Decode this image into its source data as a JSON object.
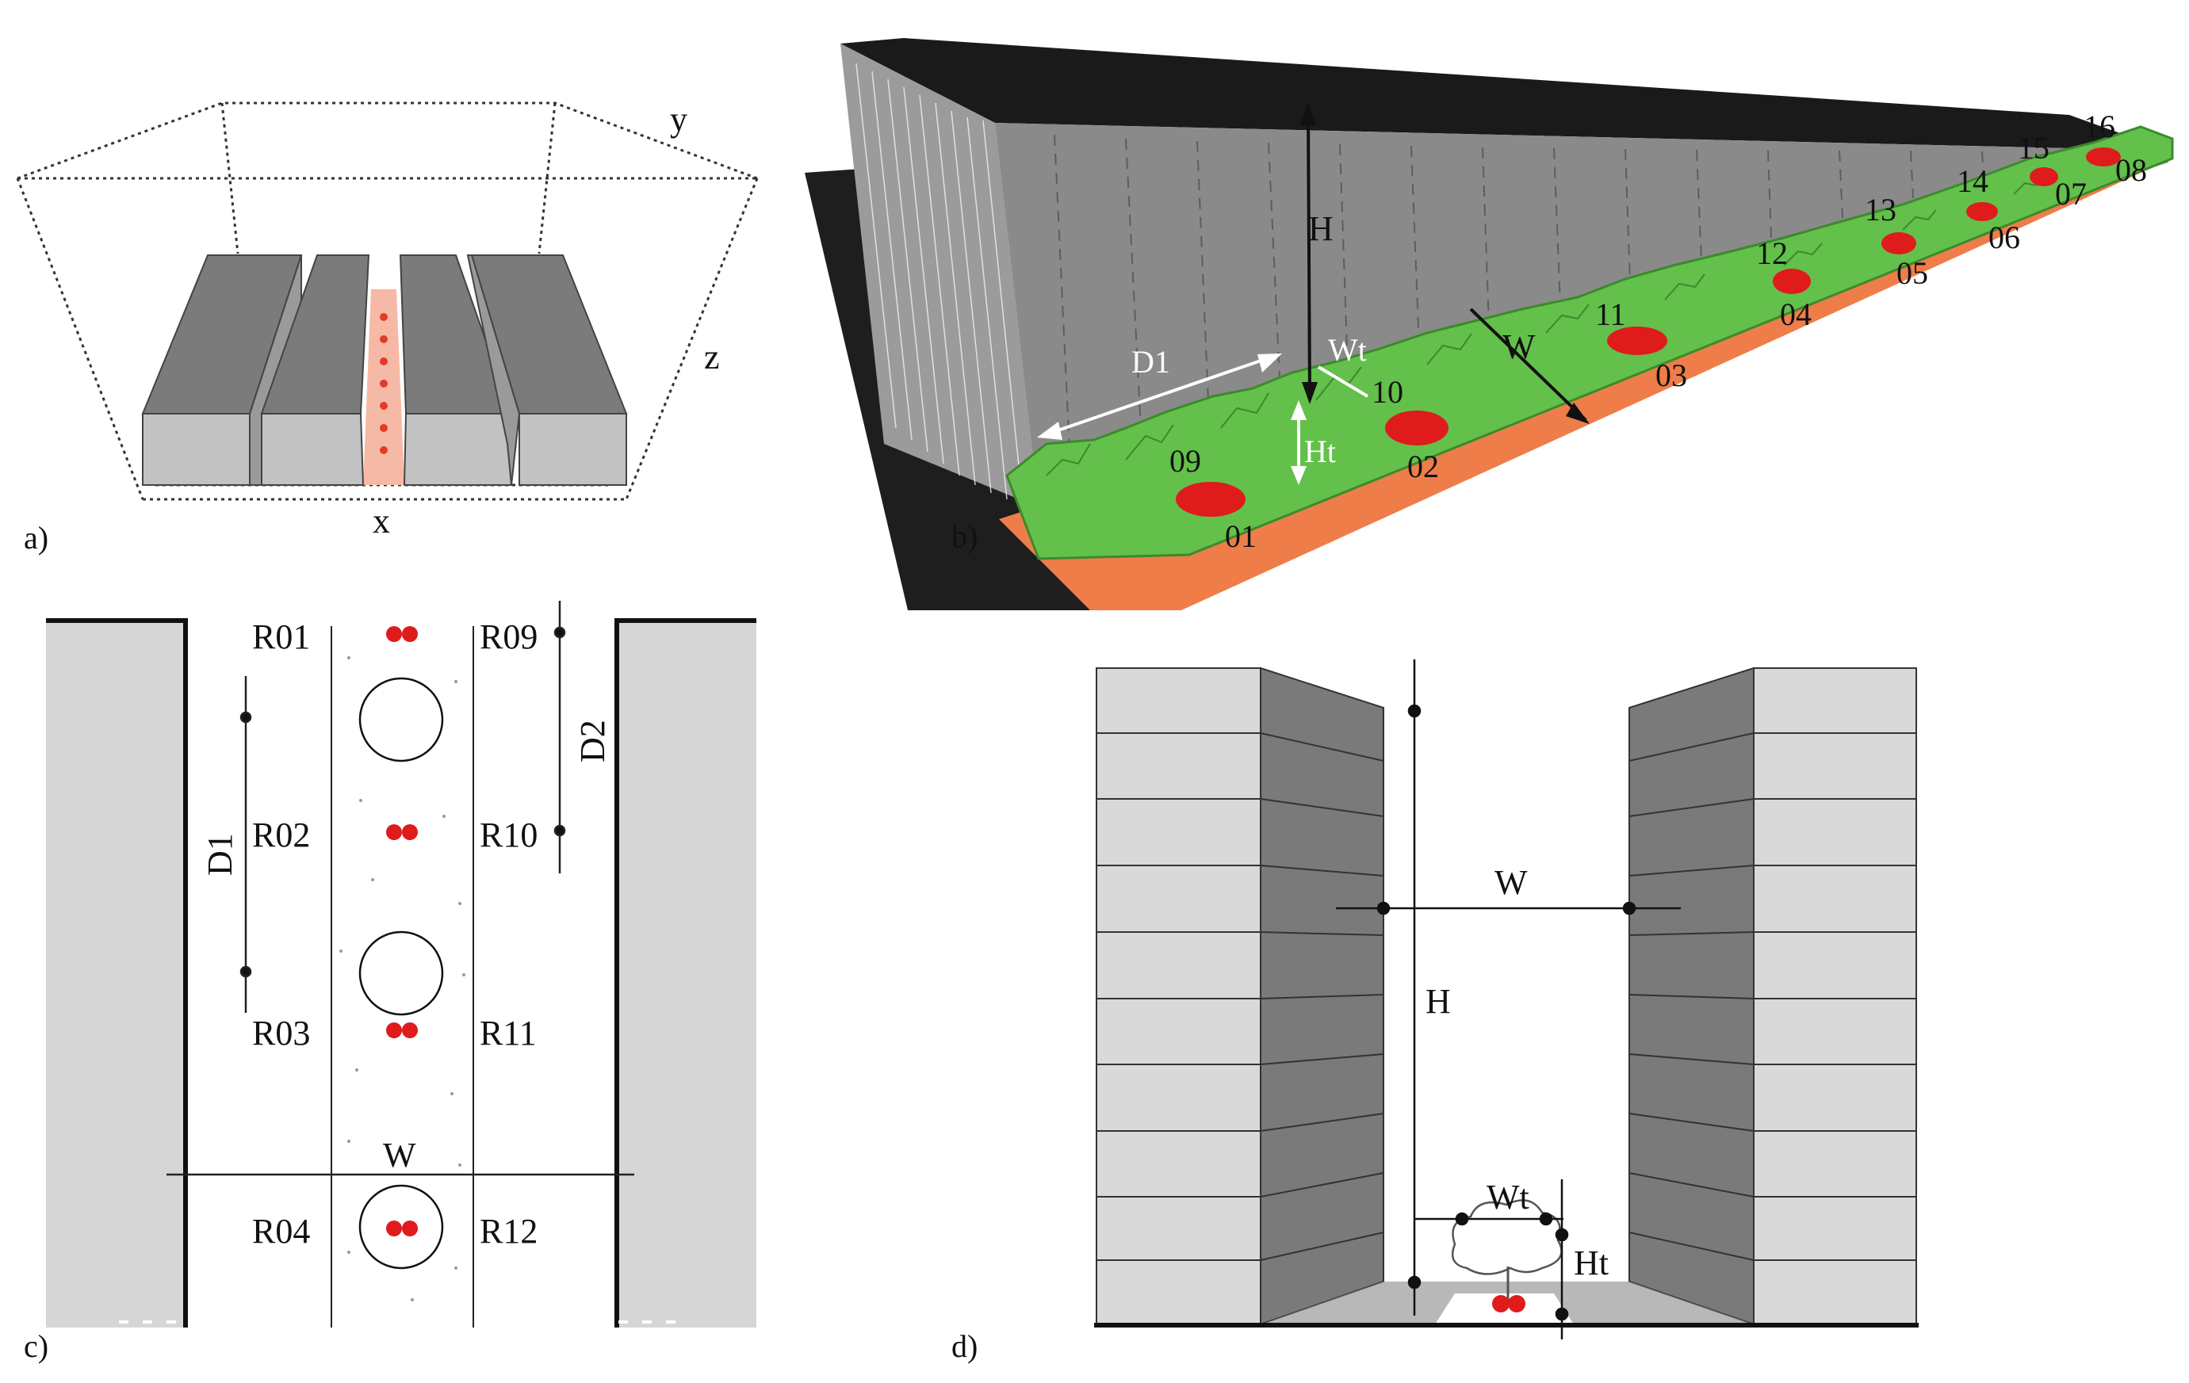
{
  "panels": {
    "a": {
      "tag": "a)",
      "axes": {
        "x": "x",
        "y": "y",
        "z": "z"
      }
    },
    "b": {
      "tag": "b)",
      "labels": {
        "H": "H",
        "D1": "D1",
        "Wt": "Wt",
        "Ht": "Ht",
        "W": "W"
      },
      "front_receptors": [
        "01",
        "02",
        "03",
        "04",
        "05",
        "06",
        "07",
        "08"
      ],
      "back_receptors": [
        "09",
        "10",
        "11",
        "12",
        "13",
        "14",
        "15",
        "16"
      ],
      "colors": {
        "ground": "#ee7d4a",
        "trees": "#63c04a",
        "buildings": "#8a8a8a",
        "receptor": "#e01b1b"
      }
    },
    "c": {
      "tag": "c)",
      "left_receptors": [
        "R01",
        "R02",
        "R03",
        "R04"
      ],
      "right_receptors": [
        "R09",
        "R10",
        "R11",
        "R12"
      ],
      "labels": {
        "D1": "D1",
        "D2": "D2",
        "W": "W"
      }
    },
    "d": {
      "tag": "d)",
      "labels": {
        "W": "W",
        "H": "H",
        "Wt": "Wt",
        "Ht": "Ht"
      }
    }
  }
}
